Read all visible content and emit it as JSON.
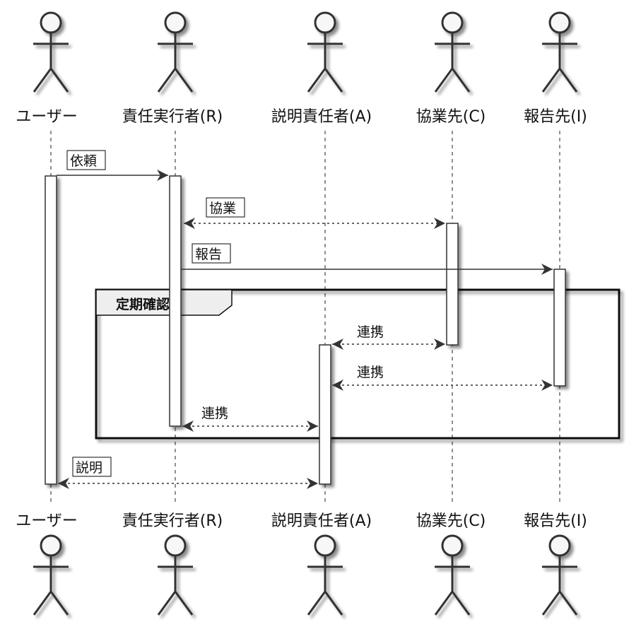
{
  "actors": [
    {
      "label": "ユーザー"
    },
    {
      "label": "責任実行者(R)"
    },
    {
      "label": "説明責任者(A)"
    },
    {
      "label": "協業先(C)"
    },
    {
      "label": "報告先(I)"
    }
  ],
  "messages": [
    {
      "from": 0,
      "to": 1,
      "label": "依頼",
      "style": "solid",
      "boxed": true
    },
    {
      "from": 1,
      "to": 3,
      "label": "協業",
      "style": "dotted",
      "bidirectional": true,
      "boxed": true
    },
    {
      "from": 1,
      "to": 4,
      "label": "報告",
      "style": "solid",
      "boxed": true
    },
    {
      "from": 3,
      "to": 2,
      "label": "連携",
      "style": "dotted",
      "bidirectional": true,
      "boxed": false
    },
    {
      "from": 4,
      "to": 2,
      "label": "連携",
      "style": "dotted",
      "bidirectional": true,
      "boxed": false
    },
    {
      "from": 1,
      "to": 2,
      "label": "連携",
      "style": "dotted",
      "bidirectional": true,
      "boxed": false
    },
    {
      "from": 2,
      "to": 0,
      "label": "説明",
      "style": "dotted",
      "bidirectional": true,
      "boxed": true
    }
  ],
  "group": {
    "label": "定期確認"
  },
  "colors": {
    "line": "#333333",
    "activation": "#ffffff",
    "shadow": "#888888"
  }
}
